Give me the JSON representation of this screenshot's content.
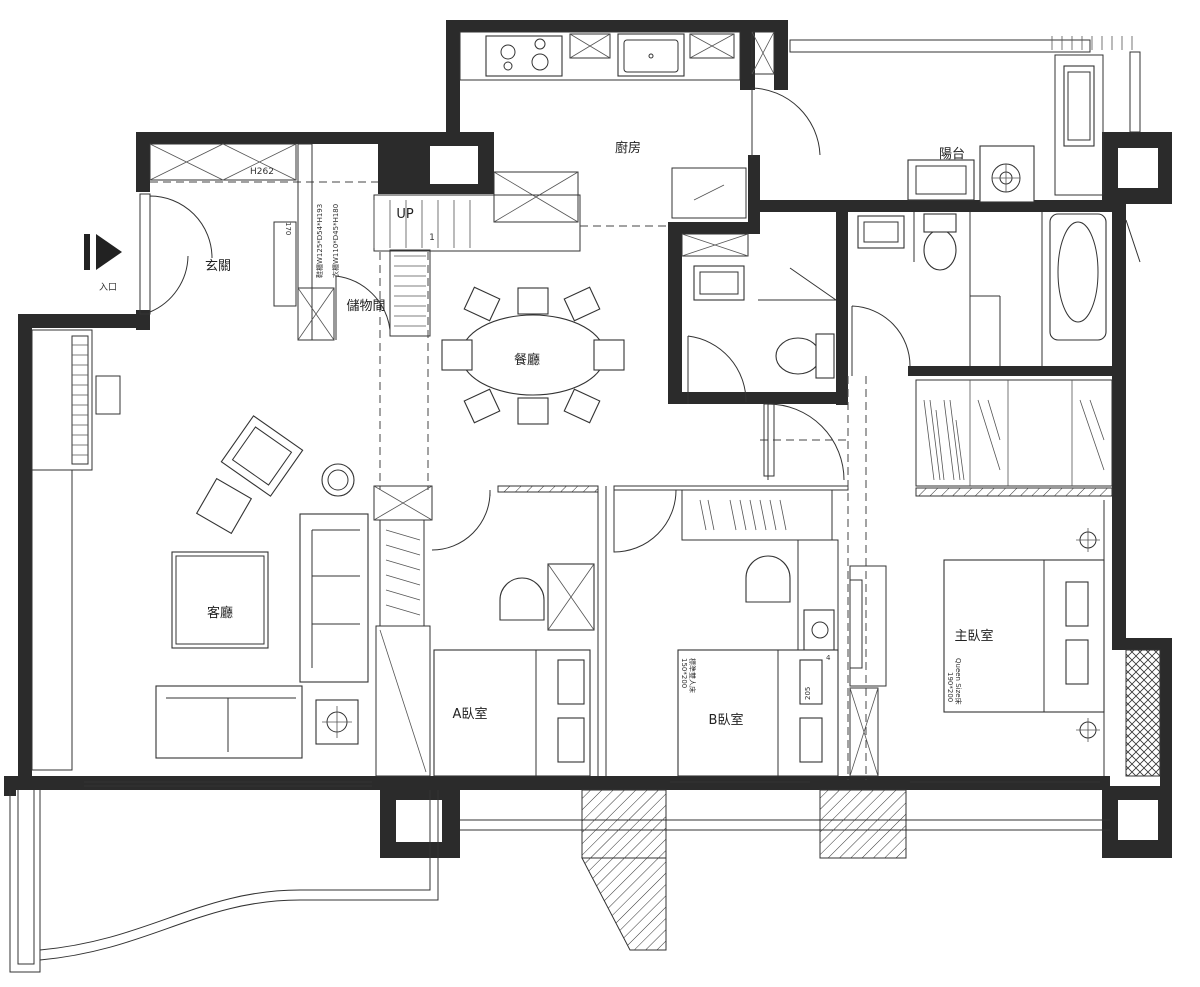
{
  "rooms": {
    "kitchen": "廚房",
    "balcony": "陽台",
    "entrance": "玄關",
    "storage": "儲物間",
    "dining": "餐廳",
    "living": "客廳",
    "bedroom_a": "A臥室",
    "bedroom_b": "B臥室",
    "master": "主臥室"
  },
  "annotations": {
    "entry": "入口",
    "up": "UP",
    "height": "H262",
    "cabinet_1": "鞋櫃W125*D54*H193",
    "cabinet_2": "衣櫃W110*D45*H180",
    "stair_num": "1",
    "dim_170": "170",
    "dim_205": "205",
    "dim_4": "4",
    "bed_b_1": "標準雙人床",
    "bed_b_2": "150*200",
    "bed_master_1": "Queen Size床",
    "bed_master_2": "190*200"
  }
}
